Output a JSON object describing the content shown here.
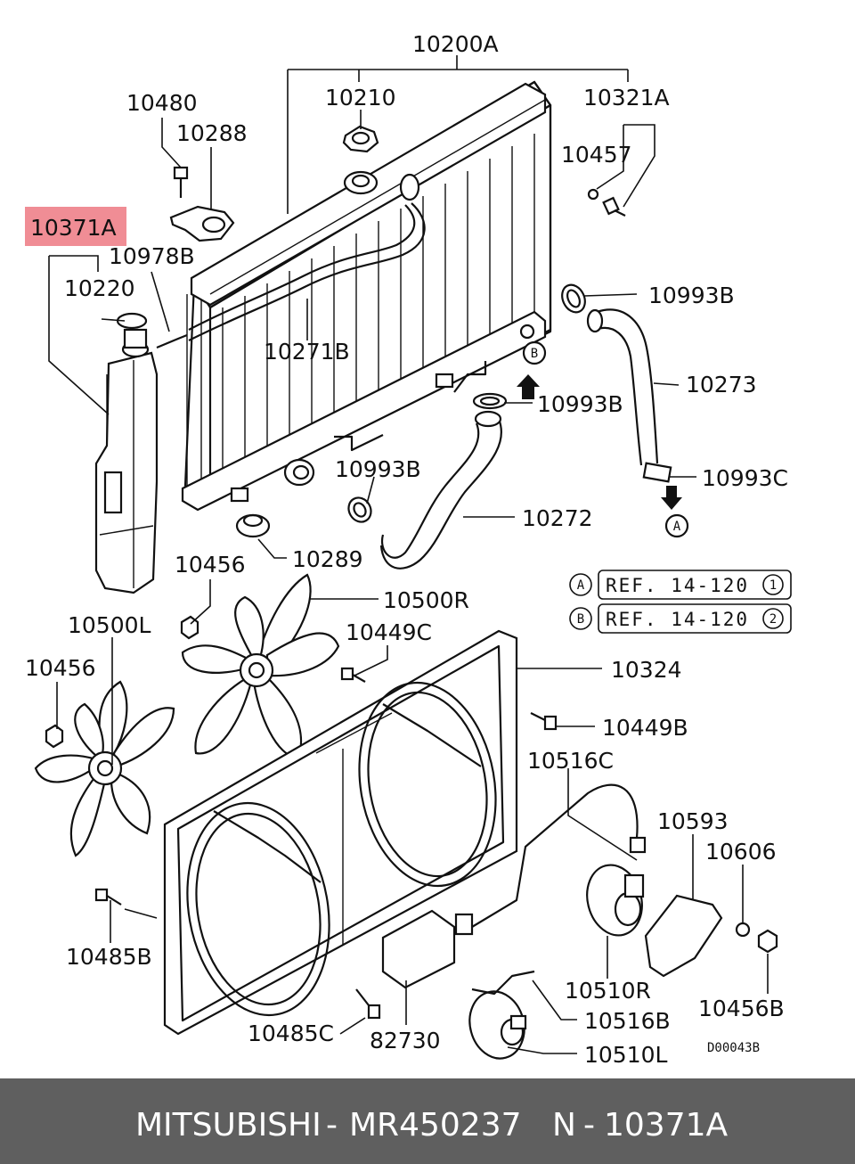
{
  "colors": {
    "highlight": "#f08d95",
    "footer_bg": "#5f5f5f",
    "footer_text": "#ffffff",
    "ink": "#111111"
  },
  "diagram": {
    "labels": {
      "p10200A": "10200A",
      "p10210": "10210",
      "p10321A": "10321A",
      "p10480": "10480",
      "p10288": "10288",
      "p10457": "10457",
      "p10371A": "10371A",
      "p10978B": "10978B",
      "p10220": "10220",
      "p10993B_1": "10993B",
      "p10271B": "10271B",
      "p10273": "10273",
      "p10993B_2": "10993B",
      "p10993C": "10993C",
      "p10993B_3": "10993B",
      "p10272": "10272",
      "p10289": "10289",
      "p10456_1": "10456",
      "p10500R": "10500R",
      "p10500L": "10500L",
      "p10449C": "10449C",
      "p10324": "10324",
      "p10456_2": "10456",
      "p10449B": "10449B",
      "p10516C": "10516C",
      "p10593": "10593",
      "p10606": "10606",
      "p10485B": "10485B",
      "p10510R": "10510R",
      "p10456B": "10456B",
      "p10485C": "10485C",
      "p82730": "82730",
      "p10516B": "10516B",
      "p10510L": "10510L"
    },
    "markers": {
      "a": "A",
      "b": "B",
      "one": "1",
      "two": "2"
    },
    "refs": {
      "ref_a": "REF. 14-120",
      "ref_b": "REF. 14-120"
    },
    "drawing_code": "D00043B"
  },
  "footer": {
    "brand": "MITSUBISHI",
    "sep1": "-",
    "part_number": "MR450237",
    "n_label": "N",
    "sep2": "-",
    "callout": "10371A"
  }
}
